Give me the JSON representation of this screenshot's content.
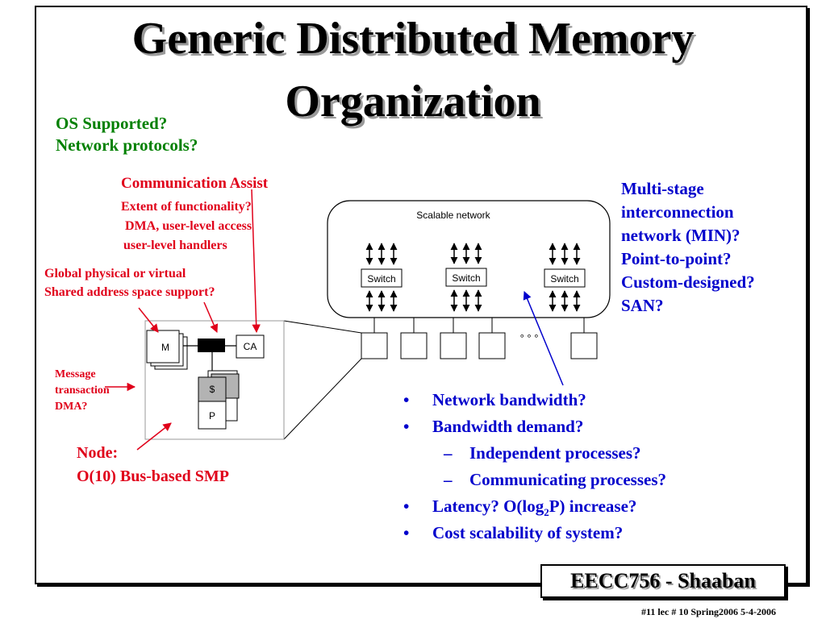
{
  "slide": {
    "title_line1": "Generic Distributed Memory",
    "title_line2": "Organization",
    "os_q1": "OS Supported?",
    "os_q2": "Network protocols?",
    "ca_heading": "Communication Assist",
    "ca_line1": "Extent of functionality?",
    "ca_line2": "DMA, user-level access",
    "ca_line3": "user-level handlers",
    "global_line1": "Global physical or virtual",
    "global_line2": "Shared address space support?",
    "msg_line1": "Message",
    "msg_line2": "transaction",
    "msg_line3": "DMA?",
    "node_line1": "Node:",
    "node_line2": "O(10) Bus-based SMP",
    "min_lines": [
      "Multi-stage",
      "interconnection",
      "network  (MIN)?",
      "Point-to-point?",
      "Custom-designed?",
      "SAN?"
    ],
    "bullets": [
      {
        "level": 1,
        "marker": "•",
        "text": "Network bandwidth?"
      },
      {
        "level": 1,
        "marker": "•",
        "text": "Bandwidth demand?"
      },
      {
        "level": 2,
        "marker": "–",
        "text": "Independent processes?"
      },
      {
        "level": 2,
        "marker": "–",
        "text": "Communicating processes?"
      },
      {
        "level": 1,
        "marker": "•",
        "text": "Latency?  O(log2P) increase?",
        "pre": "Latency?  O(log",
        "sub": "2",
        "post": "P) increase?"
      },
      {
        "level": 1,
        "marker": "•",
        "text": "Cost scalability of system?"
      }
    ],
    "badge": "EECC756 - Shaaban",
    "footer": "#11   lec # 10   Spring2006   5-4-2006"
  },
  "diagram": {
    "network_label": "Scalable network",
    "switch_label": "Switch",
    "memory_label": "M",
    "ca_label": "CA",
    "cache_label": "$",
    "processor_label": "P",
    "ellipsis": "° ° °"
  },
  "colors": {
    "title": "#000000",
    "green": "#008000",
    "red": "#e0001a",
    "blue": "#0000cc",
    "cache_fill": "#b3b3b3"
  }
}
